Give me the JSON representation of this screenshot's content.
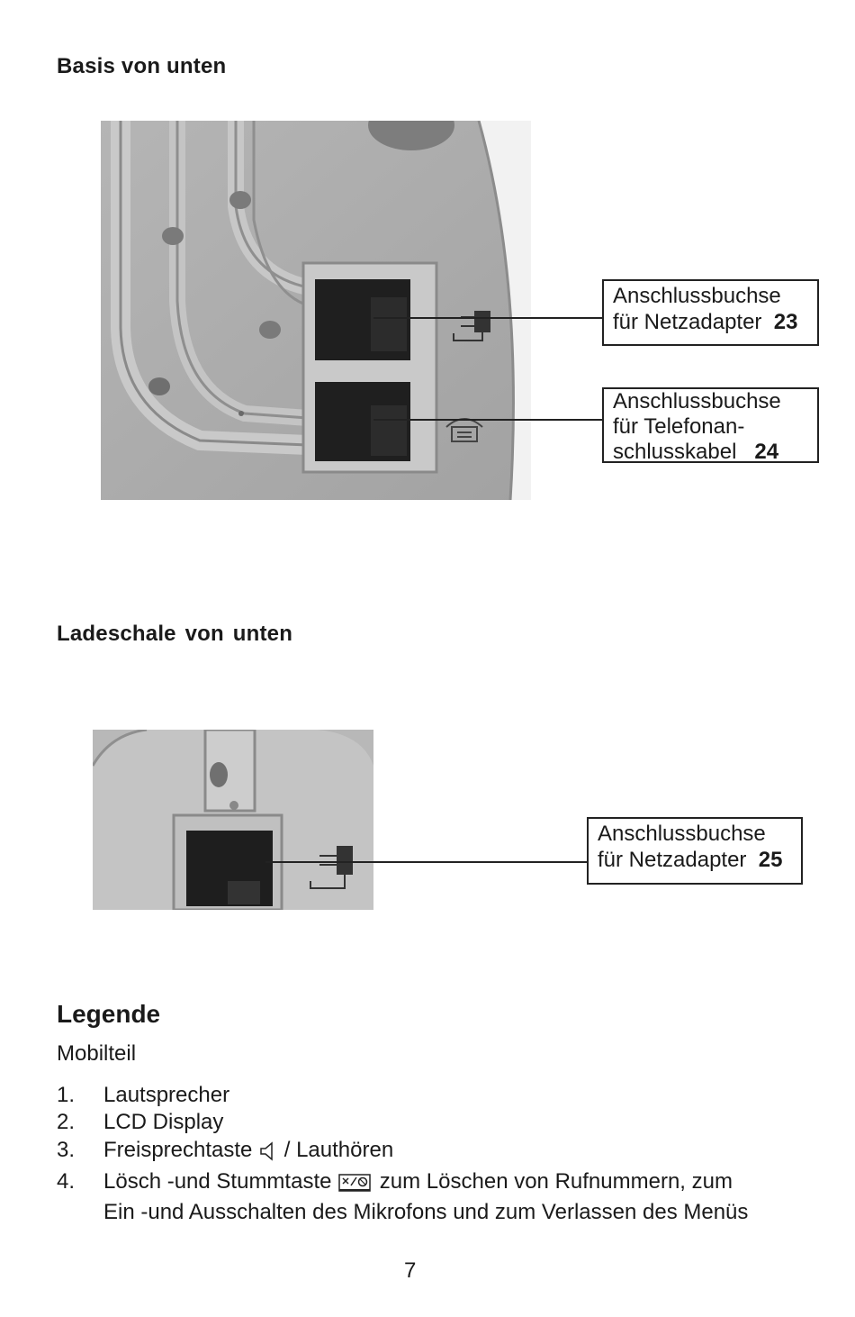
{
  "section1": {
    "title": "Basis von unten",
    "callout_23": {
      "line1": "Anschlussbuchse",
      "line2": "für Netzadapter",
      "number": "23"
    },
    "callout_24": {
      "line1": "Anschlussbuchse",
      "line2": "für  Telefonan-",
      "line3": "schlusskabel",
      "number": "24"
    }
  },
  "section2": {
    "title": "Ladeschale von unten",
    "callout_25": {
      "line1": "Anschlussbuchse",
      "line2": "für Netzadapter",
      "number": "25"
    }
  },
  "legend": {
    "title": "Legende",
    "subtitle": "Mobilteil",
    "items": [
      {
        "num": "1.",
        "text": "Lautsprecher"
      },
      {
        "num": "2.",
        "text": "LCD  Display"
      },
      {
        "num": "3.",
        "text_before": "Freisprechtaste",
        "text_after": "/   Lauthören",
        "icon": "speaker-icon"
      },
      {
        "num": "4.",
        "text_before": "Lösch -und Stummtaste",
        "text_after": " zum Löschen von Rufnummern, zum",
        "line2": "Ein -und Ausschalten des Mikrofons und zum Verlassen des Menüs",
        "icon": "mute-delete-key-icon"
      }
    ]
  },
  "page_number": "7"
}
